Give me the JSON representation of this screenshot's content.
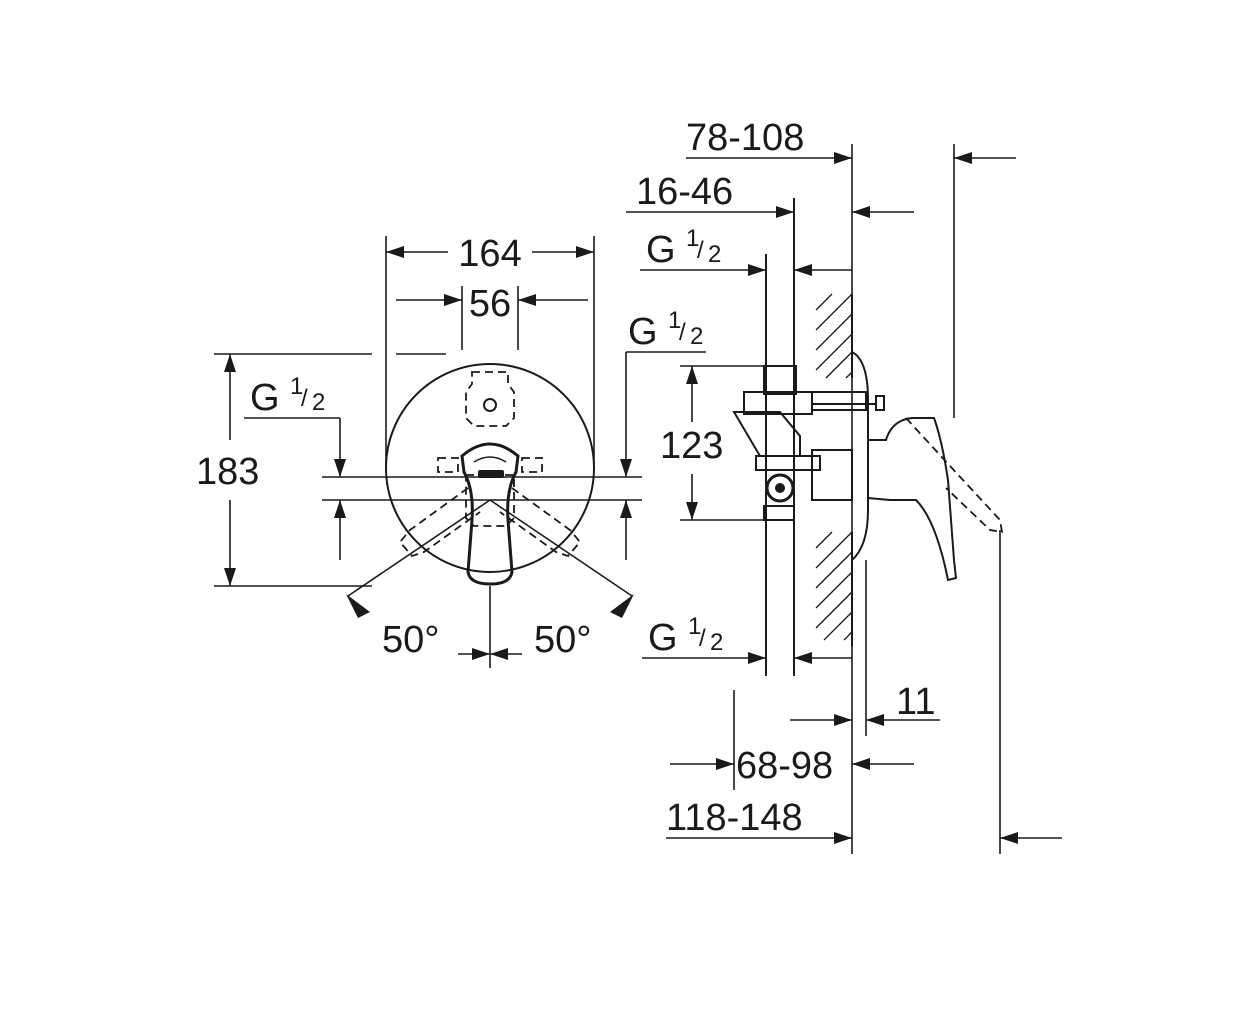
{
  "front_view": {
    "width_overall": "164",
    "handle_width": "56",
    "height_overall": "183",
    "connection_left": {
      "main": "G",
      "num": "1",
      "den": "2"
    },
    "connection_right": {
      "main": "G",
      "num": "1",
      "den": "2"
    },
    "angle_left": "50°",
    "angle_right": "50°"
  },
  "side_view": {
    "depth_range_1": "78-108",
    "depth_range_2": "16-46",
    "connection_top": {
      "main": "G",
      "num": "1",
      "den": "2"
    },
    "connection_bottom": {
      "main": "G",
      "num": "1",
      "den": "2"
    },
    "center_distance": "123",
    "plate_offset": "11",
    "depth_range_3": "68-98",
    "depth_range_4": "118-148"
  },
  "colors": {
    "line": "#1a1a1a",
    "background": "#ffffff"
  }
}
